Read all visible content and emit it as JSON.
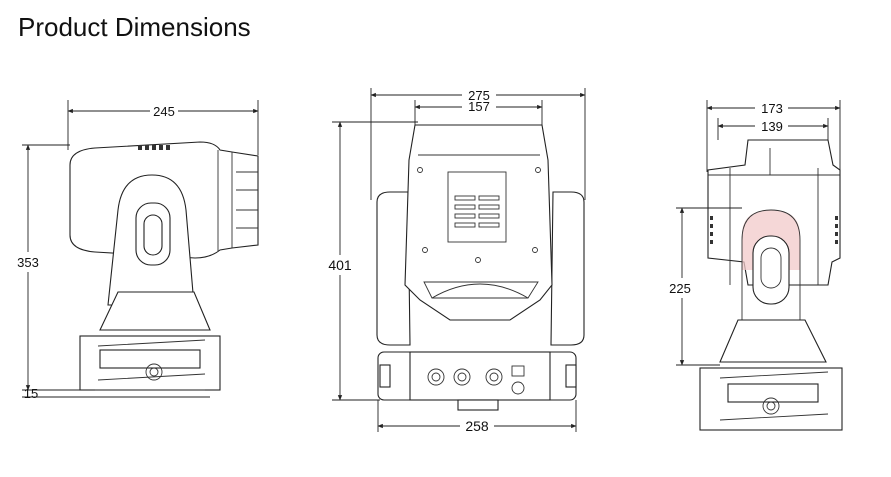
{
  "title": "Product Dimensions",
  "views": {
    "side": {
      "width": "245",
      "height": "353",
      "base_offset": "15"
    },
    "front": {
      "overall_width": "275",
      "top_width": "157",
      "height": "401",
      "base_width": "258"
    },
    "back": {
      "overall_width": "173",
      "top_width": "139",
      "arm_height": "225"
    }
  },
  "colors": {
    "line": "#222222",
    "highlight": "#f2c9c9"
  }
}
